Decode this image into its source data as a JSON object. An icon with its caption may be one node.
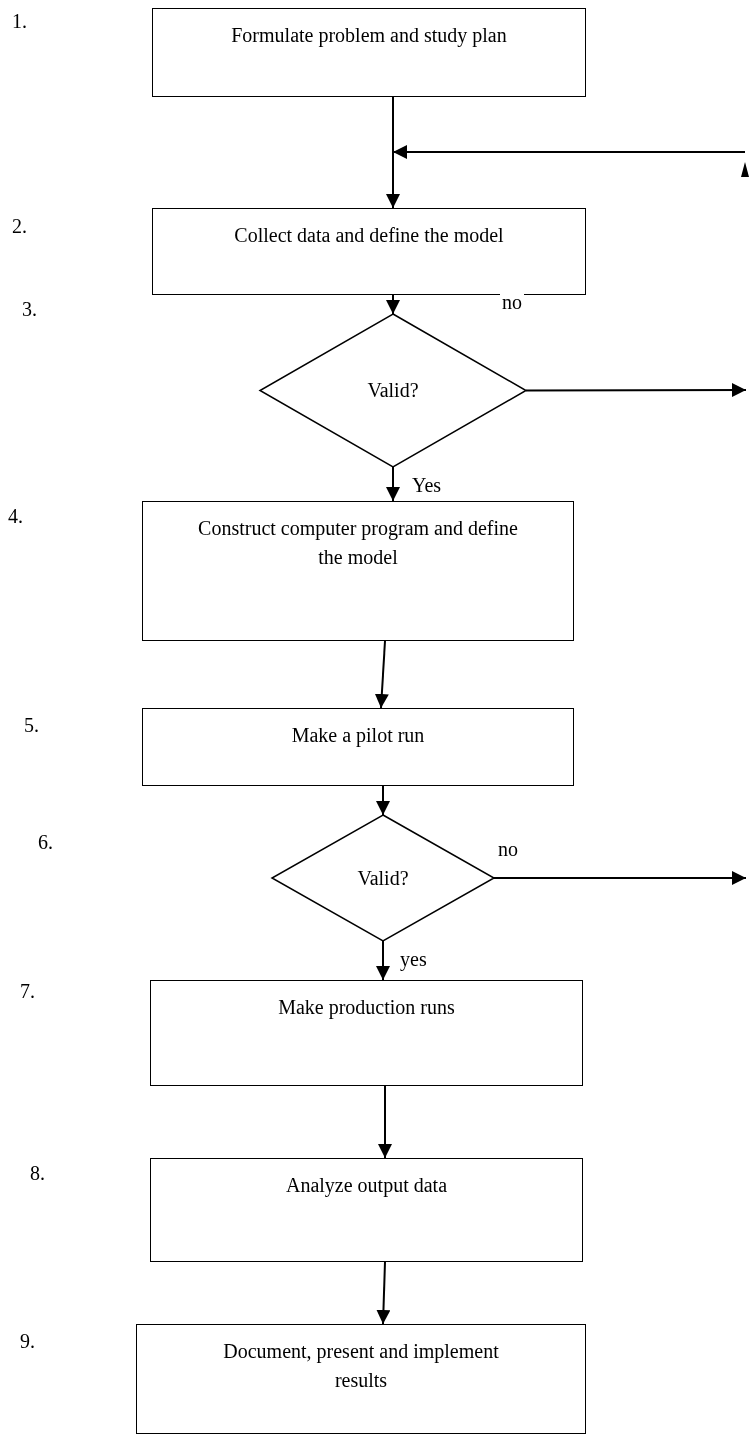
{
  "diagram": {
    "nodes": [
      {
        "text": [
          "Formulate problem and study plan"
        ]
      },
      {
        "text": [
          "Collect data and define the model"
        ]
      },
      {
        "text": [
          "Valid?"
        ]
      },
      {
        "text": [
          "Construct computer program and define the model"
        ]
      },
      {
        "text": [
          "Make a pilot run"
        ]
      },
      {
        "text": [
          "Valid?"
        ]
      },
      {
        "text": [
          "Make production runs"
        ]
      },
      {
        "text": [
          "Analyze output data"
        ]
      },
      {
        "text": [
          "Document, present and implement results"
        ]
      }
    ],
    "labels": [
      "1.",
      "2.",
      "3.",
      "4.",
      "5.",
      "6.",
      "7.",
      "8.",
      "9."
    ],
    "edges": [
      {
        "from": 0,
        "to": 1,
        "arrow": "to"
      },
      {
        "from": null,
        "to": 1,
        "arrow": "to"
      },
      {
        "from": 1,
        "to": 2,
        "arrow": "to"
      },
      {
        "from": 2,
        "to": null,
        "arrow": "to",
        "label": "no"
      },
      {
        "from": 2,
        "to": 3,
        "arrow": "to",
        "label": "Yes"
      },
      {
        "from": 3,
        "to": 4,
        "arrow": "to"
      },
      {
        "from": 4,
        "to": 5,
        "arrow": "to"
      },
      {
        "from": 5,
        "to": null,
        "arrow": "to",
        "label": "no"
      },
      {
        "from": 5,
        "to": 6,
        "arrow": "to",
        "label": "yes"
      },
      {
        "from": 6,
        "to": 7,
        "arrow": "to"
      },
      {
        "from": 7,
        "to": 8,
        "arrow": "to"
      }
    ]
  }
}
